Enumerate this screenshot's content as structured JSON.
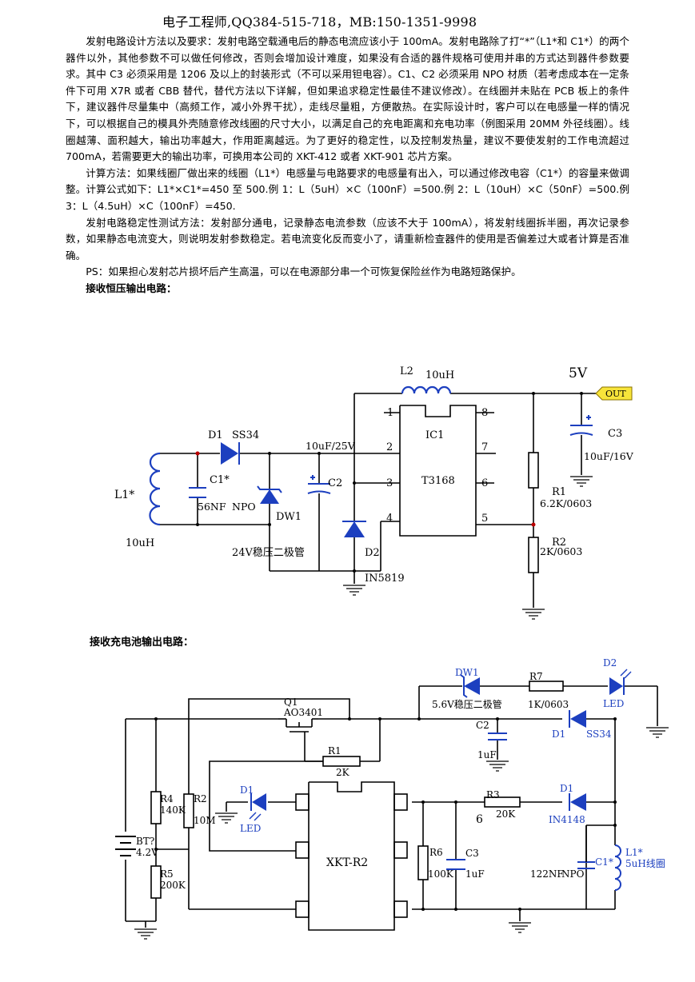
{
  "header": "电子工程师,QQ384-515-718，MB:150-1351-9998",
  "paragraphs": [
    "发射电路设计方法以及要求：发射电路空载通电后的静态电流应该小于 100mA。发射电路除了打“*”（L1*和 C1*）的两个器件以外，其他参数不可以做任何修改，否则会增加设计难度，如果没有合适的器件规格可使用并串的方式达到器件参数要求。其中 C3 必须采用是 1206 及以上的封装形式（不可以采用钽电容）。C1、C2 必须采用 NPO 材质（若考虑成本在一定条件下可用 X7R 或者 CBB 替代，替代方法以下详解，但如果追求稳定性最佳不建议修改）。在线圈并未贴在 PCB 板上的条件下，建议器件尽量集中（高频工作，减小外界干扰），走线尽量粗，方便散热。在实际设计时，客户可以在电感量一样的情况下，可以根据自己的模具外壳随意修改线圈的尺寸大小，以满足自己的充电距离和充电功率（例图采用 20MM 外径线圈）。线圈越薄、面积越大，输出功率越大，作用距离越远。为了更好的稳定性，以及控制发热量，建议不要使发射的工作电流超过 700mA，若需要更大的输出功率，可换用本公司的 XKT-412 或者 XKT-901 芯片方案。",
    "计算方法：如果线圈厂做出来的线圈（L1*）电感量与电路要求的电感量有出入，可以通过修改电容（C1*）的容量来做调整。计算公式如下：L1*×C1*=450 至 500.例 1：L（5uH）×C（100nF）=500.例 2：L（10uH）×C（50nF）=500.例 3：L（4.5uH）×C（100nF）=450.",
    "发射电路稳定性测试方法：发射部分通电，记录静态电流参数（应该不大于 100mA），将发射线圈拆半圈，再次记录参数，如果静态电流变大，则说明发射参数稳定。若电流变化反而变小了，请重新检查器件的使用是否偏差过大或者计算是否准确。",
    "PS：如果担心发射芯片损坏后产生高温，可以在电源部分串一个可恢复保险丝作为电路短路保护。"
  ],
  "section1_title": "接收恒压输出电路：",
  "section2_title": "接收充电池输出电路：",
  "circuit1": {
    "l2": "L2",
    "l2_val": "10uH",
    "v5": "5V",
    "out": "OUT",
    "d1": "D1",
    "d1_part": "SS34",
    "c_label": "10uF/25V",
    "ic": "IC1",
    "ic_part": "T3168",
    "pin1": "1",
    "pin2": "2",
    "pin3": "3",
    "pin4": "4",
    "pin5": "5",
    "pin6": "6",
    "pin7": "7",
    "pin8": "8",
    "c3": "C3",
    "c3_val": "10uF/16V",
    "r1": "R1",
    "r1_val": "6.2K/0603",
    "r2": "R2",
    "r2_val": "2K/0603",
    "l1": "L1*",
    "l1_val": "10uH",
    "c1": "C1*",
    "c1_val": "56NF",
    "npo": "NPO",
    "dw1": "DW1",
    "c2": "C2",
    "zener_note": "24V稳压二极管",
    "d2": "D2",
    "d2_part": "IN5819"
  },
  "circuit2": {
    "dw1": "DW1",
    "zener_note": "5.6V稳压二极管",
    "r7": "R7",
    "r7_val": "1K/0603",
    "d2": "D2",
    "led": "LED",
    "q1": "Q1",
    "q1_part": "AO3401",
    "c2": "C2",
    "c2_val": "1uF",
    "d1": "D1",
    "d1_part": "SS34",
    "r1": "R1",
    "r1_val": "2K",
    "d1_led": "D1",
    "led2": "LED",
    "r3": "R3",
    "r3_val": "20K",
    "six": "6",
    "d1b": "D1",
    "d1b_part": "IN4148",
    "r4": "R4",
    "r4_val": "140K",
    "r2": "R2",
    "r2_val": "10M",
    "bt": "BT?",
    "bt_val": "4.2V",
    "r5": "R5",
    "r5_val": "200K",
    "ic": "XKT-R2",
    "r6": "R6",
    "r6_val": "100K",
    "c3": "C3",
    "c3_val": "1uF",
    "c1": "C1*",
    "c1_val": "122NF",
    "npo": "NPO",
    "l1": "L1*",
    "l1_val": "5uH线圈"
  }
}
